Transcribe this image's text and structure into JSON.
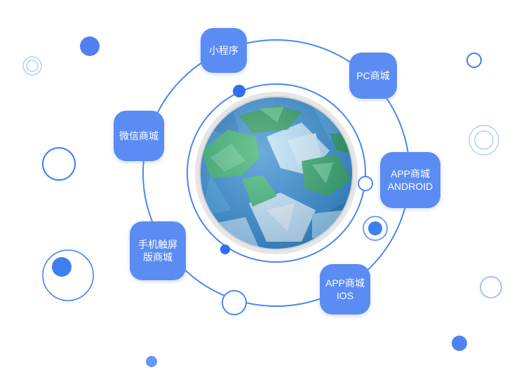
{
  "colors": {
    "accent": "#5b8cf3",
    "accent_dark": "#2f6ff0",
    "orbit_line": "#4a86f0",
    "ring_light": "#a8c4f5",
    "globe_blue": "#3d8fd0",
    "globe_light": "#bfe3f7",
    "globe_green": "#3fb26c",
    "globe_rim": "#d9d9d9"
  },
  "center": {
    "icon": "globe-icon"
  },
  "channels": [
    {
      "id": "mini-program",
      "label": "小程序"
    },
    {
      "id": "pc-mall",
      "label": "PC商城"
    },
    {
      "id": "wechat-mall",
      "label": "微信商城"
    },
    {
      "id": "app-android",
      "label": "APP商城\nANDROID"
    },
    {
      "id": "mobile-touch",
      "label": "手机触屏\n版商城"
    },
    {
      "id": "app-ios",
      "label": "APP商城\nIOS"
    }
  ]
}
